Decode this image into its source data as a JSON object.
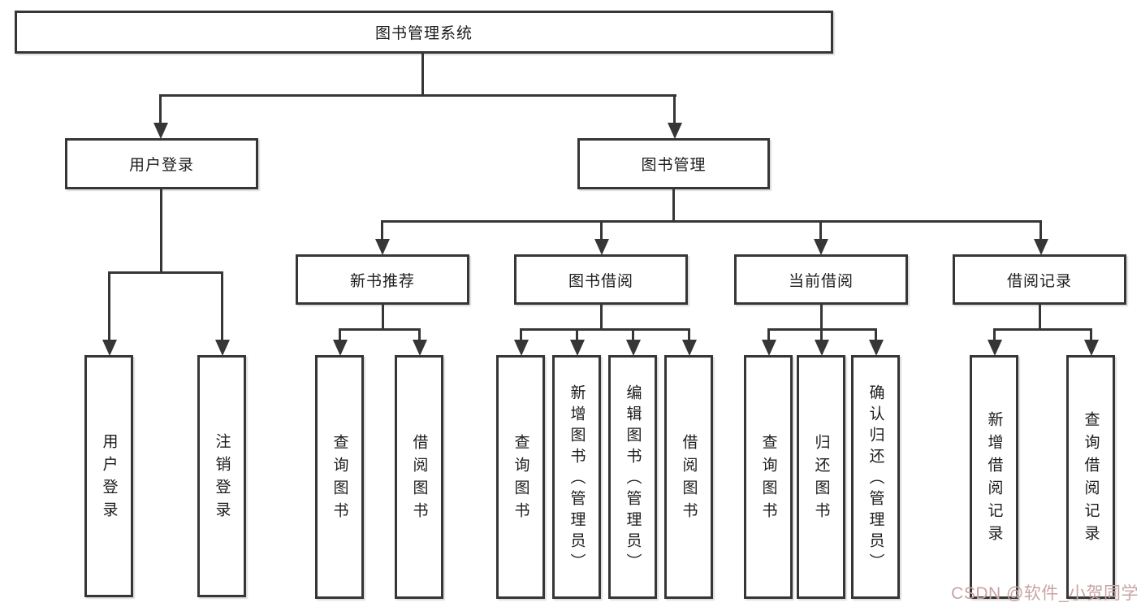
{
  "tree": {
    "label": "图书管理系统",
    "children": [
      {
        "label": "用户登录",
        "children": [
          {
            "label": "用户登录"
          },
          {
            "label": "注销登录"
          }
        ]
      },
      {
        "label": "图书管理",
        "children": [
          {
            "label": "新书推荐",
            "children": [
              {
                "label": "查询图书"
              },
              {
                "label": "借阅图书"
              }
            ]
          },
          {
            "label": "图书借阅",
            "children": [
              {
                "label": "查询图书"
              },
              {
                "label": "新增图书（管理员）"
              },
              {
                "label": "编辑图书（管理员）"
              },
              {
                "label": "借阅图书"
              }
            ]
          },
          {
            "label": "当前借阅",
            "children": [
              {
                "label": "查询图书"
              },
              {
                "label": "归还图书"
              },
              {
                "label": "确认归还（管理员）"
              }
            ]
          },
          {
            "label": "借阅记录",
            "children": [
              {
                "label": "新增借阅记录"
              },
              {
                "label": "查询借阅记录"
              }
            ]
          }
        ]
      }
    ]
  },
  "watermark": {
    "text": "CSDN @软件_小贺同学"
  },
  "colors": {
    "line": "#363636",
    "text": "#1c1c1c",
    "background": "#ffffff",
    "watermark": "#c9a3a3"
  }
}
